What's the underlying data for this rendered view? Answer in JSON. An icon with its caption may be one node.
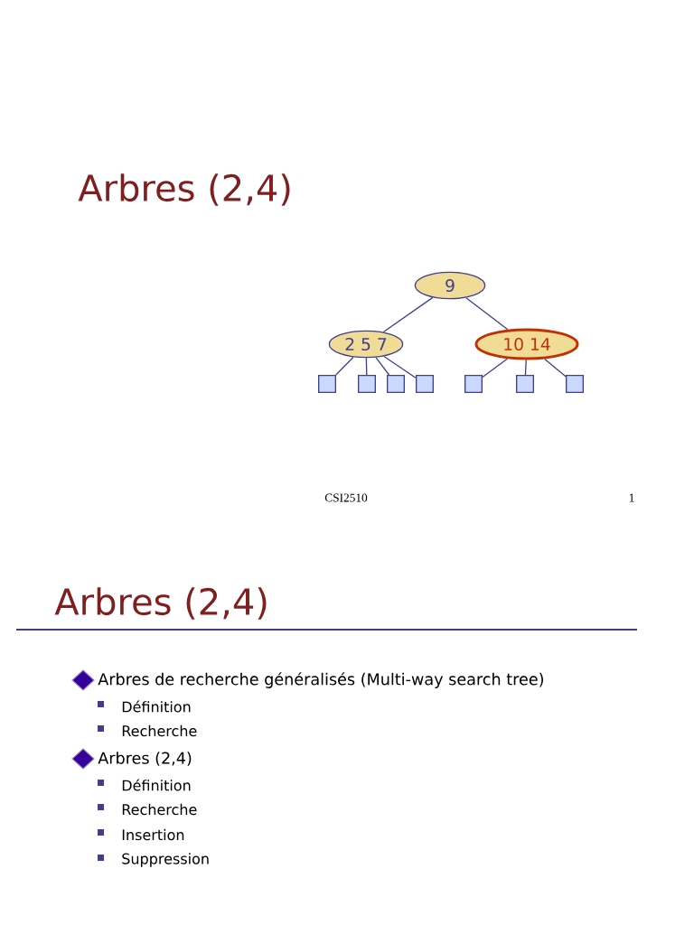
{
  "diagram": {
    "title": "Arbres (2,4)",
    "nodes": [
      {
        "text": [
          "9"
        ]
      },
      {
        "text": [
          "2 5 7"
        ]
      },
      {
        "text": [
          "10 14"
        ]
      },
      {
        "text": [],
        "shape": "box"
      },
      {
        "text": [],
        "shape": "box"
      },
      {
        "text": [],
        "shape": "box"
      },
      {
        "text": [],
        "shape": "box"
      },
      {
        "text": [],
        "shape": "box"
      },
      {
        "text": [],
        "shape": "box"
      },
      {
        "text": [],
        "shape": "box"
      }
    ],
    "edges": [
      {
        "from": 0,
        "to": 1,
        "arrow": "none"
      },
      {
        "from": 0,
        "to": 2,
        "arrow": "none"
      },
      {
        "from": 1,
        "to": 3,
        "arrow": "none"
      },
      {
        "from": 1,
        "to": 4,
        "arrow": "none"
      },
      {
        "from": 1,
        "to": 5,
        "arrow": "none"
      },
      {
        "from": 1,
        "to": 6,
        "arrow": "none"
      },
      {
        "from": 2,
        "to": 7,
        "arrow": "none"
      },
      {
        "from": 2,
        "to": 8,
        "arrow": "none"
      },
      {
        "from": 2,
        "to": 9,
        "arrow": "none"
      }
    ],
    "labels": [
      "CSI2510",
      "1",
      "Arbres (2,4)",
      "Arbres de recherche généralisés (Multi-way search tree)",
      "Définition",
      "Recherche",
      "Arbres (2,4)",
      "Définition",
      "Recherche",
      "Insertion",
      "Suppression"
    ]
  }
}
